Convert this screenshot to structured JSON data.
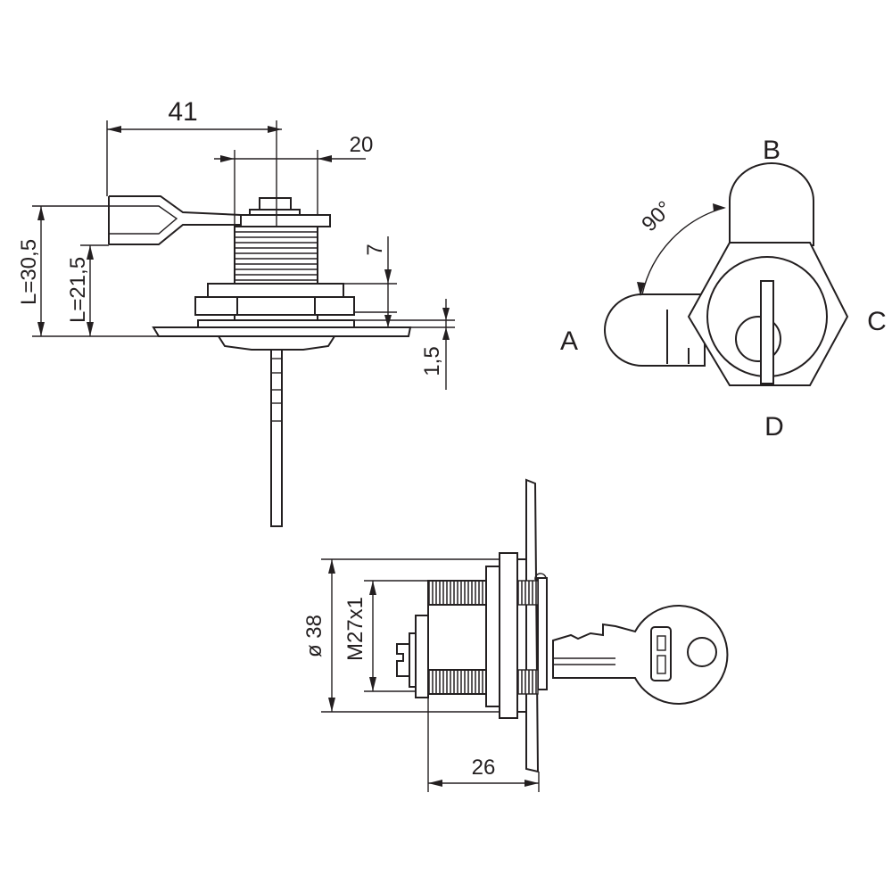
{
  "side_view": {
    "dim_width_total": "41",
    "dim_body": "20",
    "dim_flange": "7",
    "dim_panel": "1,5",
    "dim_length_max": "L=30,5",
    "dim_length_min": "L=21,5"
  },
  "front_view": {
    "position_a": "A",
    "position_b": "B",
    "position_c": "C",
    "position_d": "D",
    "rotation_angle": "90°"
  },
  "bottom_view": {
    "dim_diameter": "ø 38",
    "dim_thread": "M27x1",
    "dim_depth": "26"
  },
  "colors": {
    "line": "#231f20",
    "background": "#ffffff"
  }
}
